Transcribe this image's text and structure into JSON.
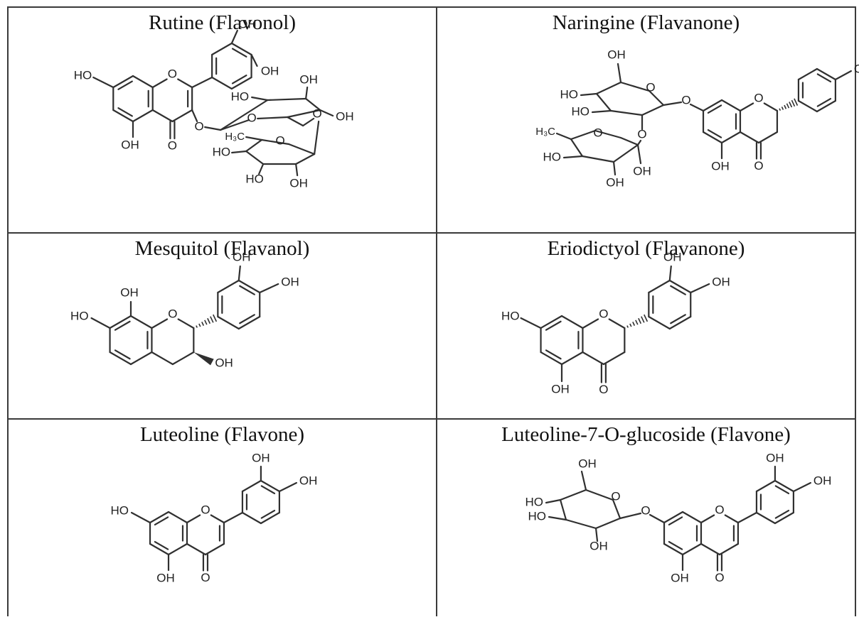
{
  "table": {
    "cells": [
      {
        "title": "Rutine (Flavonol)"
      },
      {
        "title": "Naringine (Flavanone)"
      },
      {
        "title": "Mesquitol (Flavanol)"
      },
      {
        "title": "Eriodictyol (Flavanone)"
      },
      {
        "title": "Luteoline (Flavone)"
      },
      {
        "title": "Luteoline-7-O-glucoside (Flavone)"
      }
    ]
  },
  "structure_labels": {
    "HO": "HO",
    "OH": "OH",
    "O": "O",
    "H3C": "H₃C"
  },
  "colors": {
    "border": "#3a3a3a",
    "bond": "#303030",
    "text": "#111111",
    "background": "#ffffff"
  }
}
